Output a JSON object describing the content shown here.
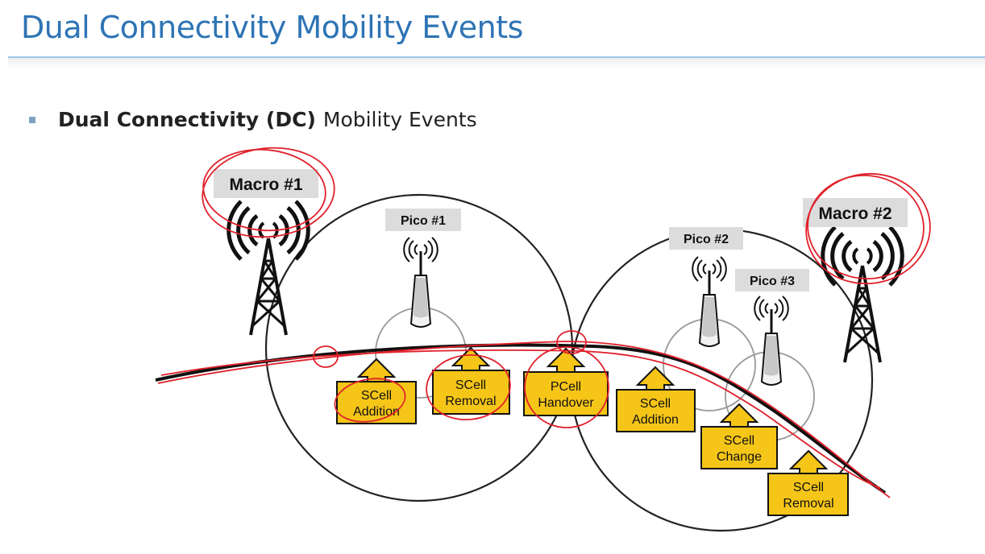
{
  "slide": {
    "title": "Dual Connectivity Mobility Events",
    "bullet": {
      "bold": "Dual Connectivity (DC)",
      "rest": "Mobility Events"
    }
  },
  "diagram": {
    "towers": [
      {
        "name": "macro-1",
        "label": "Macro #1"
      },
      {
        "name": "macro-2",
        "label": "Macro #2"
      }
    ],
    "picos": [
      {
        "name": "pico-1",
        "label": "Pico #1"
      },
      {
        "name": "pico-2",
        "label": "Pico #2"
      },
      {
        "name": "pico-3",
        "label": "Pico #3"
      }
    ],
    "events": [
      {
        "name": "event-scell-addition-1",
        "line1": "SCell",
        "line2": "Addition"
      },
      {
        "name": "event-scell-removal-1",
        "line1": "SCell",
        "line2": "Removal"
      },
      {
        "name": "event-pcell-handover",
        "line1": "PCell",
        "line2": "Handover"
      },
      {
        "name": "event-scell-addition-2",
        "line1": "SCell",
        "line2": "Addition"
      },
      {
        "name": "event-scell-change",
        "line1": "SCell",
        "line2": "Change"
      },
      {
        "name": "event-scell-removal-2",
        "line1": "SCell",
        "line2": "Removal"
      }
    ],
    "colors": {
      "event_fill": "#f5c518",
      "annotation": "#e0202a",
      "label_bg": "#dcdcdc"
    }
  }
}
